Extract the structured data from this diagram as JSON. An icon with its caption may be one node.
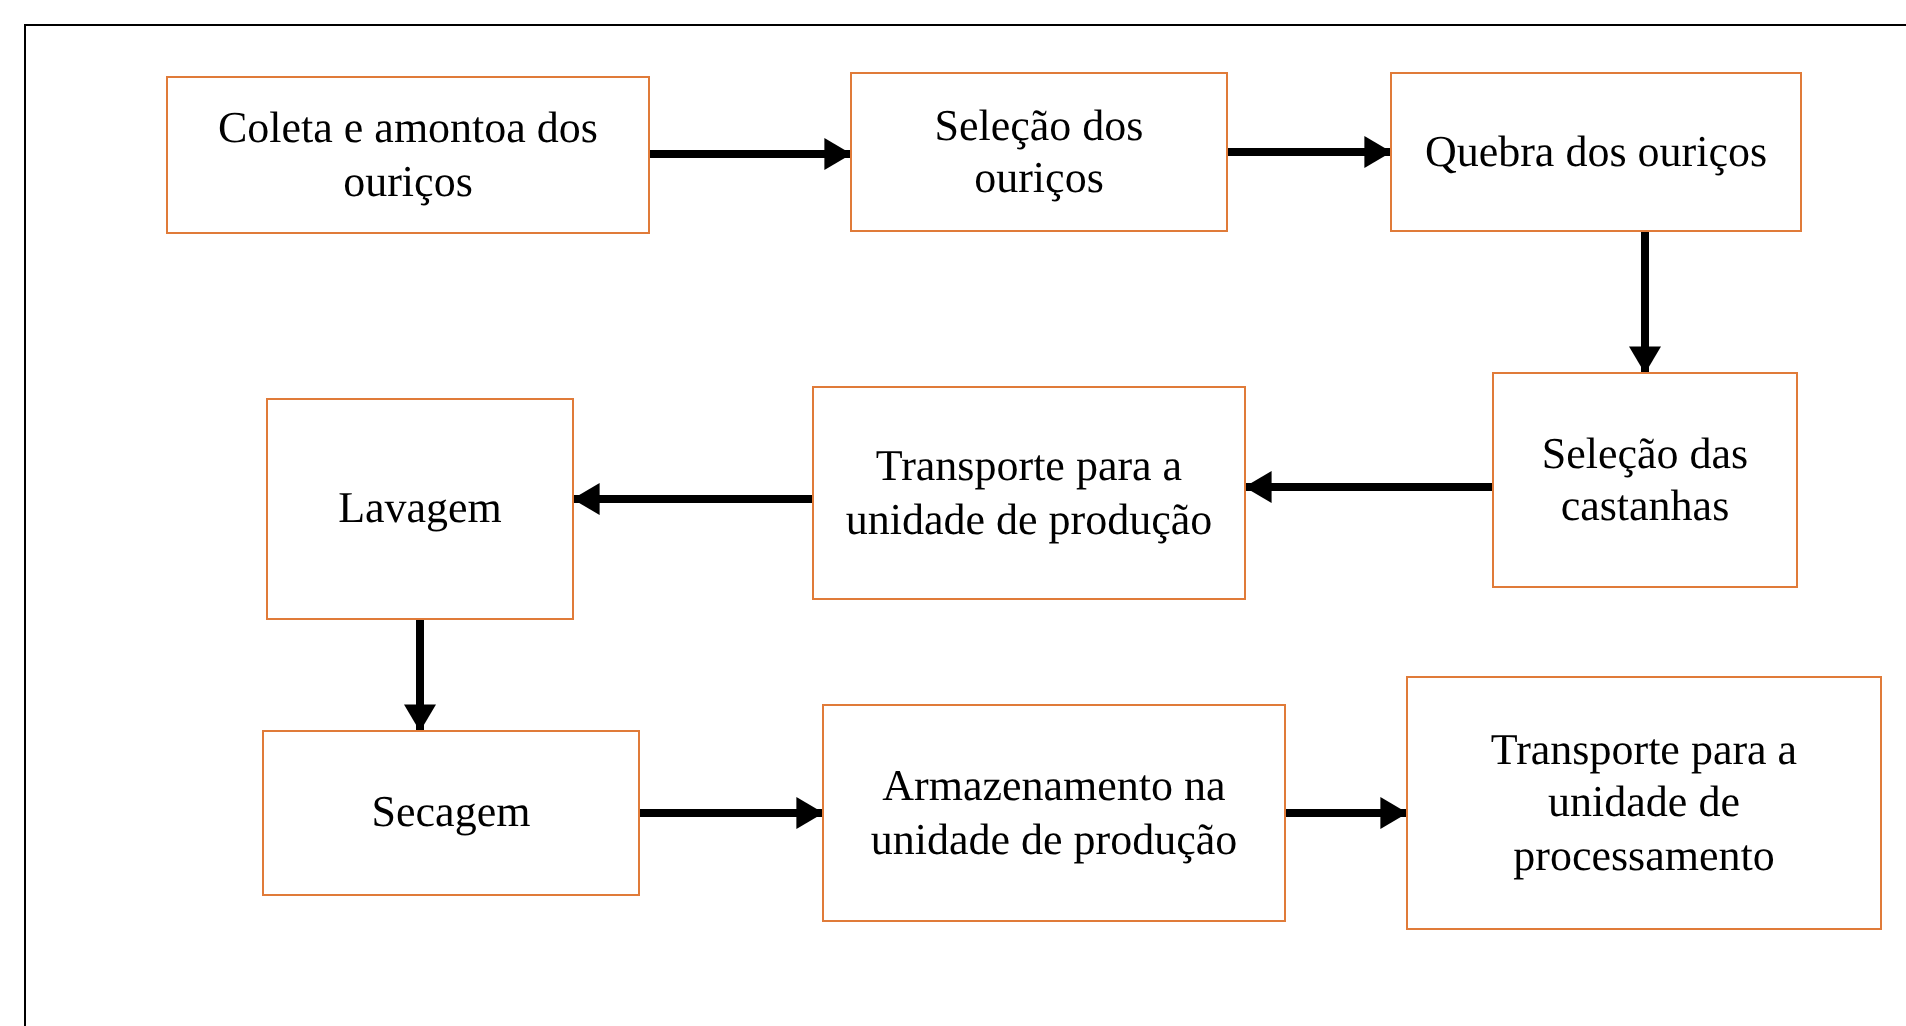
{
  "diagram": {
    "nodes": [
      {
        "text": [
          "Coleta e amontoa dos ouriços"
        ]
      },
      {
        "text": [
          "Seleção dos ouriços"
        ]
      },
      {
        "text": [
          "Quebra dos ouriços"
        ]
      },
      {
        "text": [
          "Seleção das castanhas"
        ]
      },
      {
        "text": [
          "Transporte para a unidade de produção"
        ]
      },
      {
        "text": [
          "Lavagem"
        ]
      },
      {
        "text": [
          "Secagem"
        ]
      },
      {
        "text": [
          "Armazenamento na unidade de produção"
        ]
      },
      {
        "text": [
          "Transporte para a unidade de processamento"
        ]
      }
    ],
    "edges": [
      {
        "from": 0,
        "to": 1,
        "arrow": "to"
      },
      {
        "from": 1,
        "to": 2,
        "arrow": "to"
      },
      {
        "from": 2,
        "to": 3,
        "arrow": "to"
      },
      {
        "from": 3,
        "to": 4,
        "arrow": "to"
      },
      {
        "from": 4,
        "to": 5,
        "arrow": "to"
      },
      {
        "from": 5,
        "to": 6,
        "arrow": "to"
      },
      {
        "from": 6,
        "to": 7,
        "arrow": "to"
      },
      {
        "from": 7,
        "to": 8,
        "arrow": "to"
      }
    ]
  }
}
